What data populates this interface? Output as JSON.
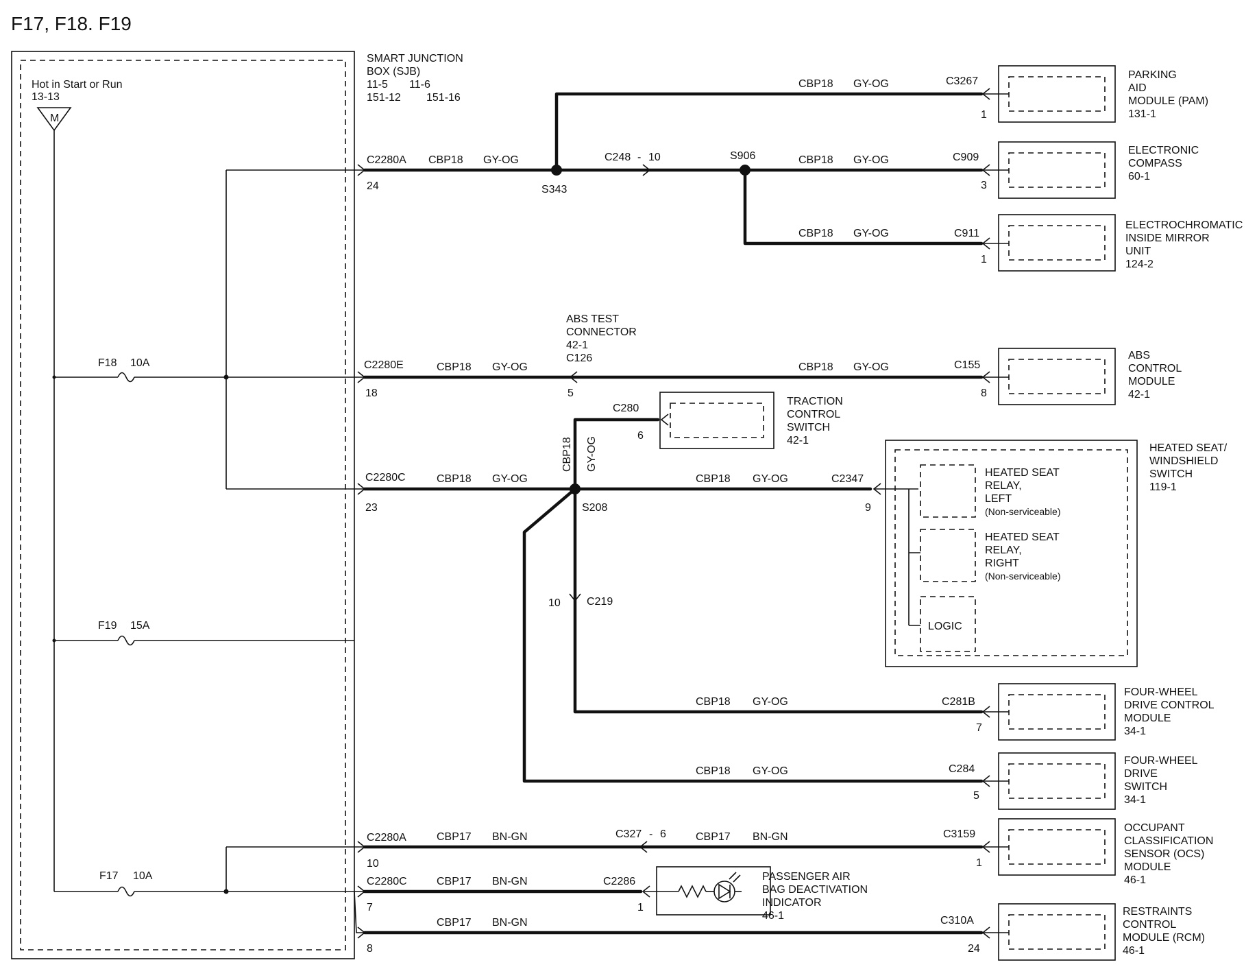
{
  "title": "F17, F18. F19",
  "sjb": {
    "name_line1": "SMART  JUNCTION",
    "name_line2": "BOX (SJB)",
    "ref_a": "11-5",
    "ref_b": "11-6",
    "ref_c": "151-12",
    "ref_d": "151-16"
  },
  "power": {
    "hot_label": "Hot in Start or Run",
    "hot_ref": "13-13",
    "bus_symbol": "M"
  },
  "fuses": [
    {
      "name": "F18",
      "rating": "10A"
    },
    {
      "name": "F19",
      "rating": "15A"
    },
    {
      "name": "F17",
      "rating": "10A"
    }
  ],
  "sjb_outputs": [
    {
      "connector": "C2280A",
      "pin": "24"
    },
    {
      "connector": "C2280E",
      "pin": "18"
    },
    {
      "connector": "C2280C",
      "pin": "23"
    },
    {
      "connector": "C2280A",
      "pin": "10"
    },
    {
      "connector": "C2280C",
      "pin": "7"
    },
    {
      "pin": "8"
    }
  ],
  "splices": [
    "S343",
    "S906",
    "S208"
  ],
  "inline_connectors": [
    {
      "name": "C248",
      "sep": "-",
      "pin": "10"
    },
    {
      "name": "C219",
      "pin": "10"
    },
    {
      "name": "C327",
      "sep": "-",
      "pin": "6"
    }
  ],
  "circuits": {
    "cbp18": "CBP18",
    "gy_og": "GY-OG",
    "cbp17": "CBP17",
    "bn_gn": "BN-GN"
  },
  "abs_test": {
    "line1": "ABS TEST",
    "line2": "CONNECTOR",
    "ref": "42-1",
    "connector": "C126",
    "pin": "5"
  },
  "traction": {
    "line1": "TRACTION",
    "line2": "CONTROL",
    "line3": "SWITCH",
    "ref": "42-1",
    "connector": "C280",
    "pin": "6"
  },
  "pad_indicator": {
    "line1": "PASSENGER AIR",
    "line2": "BAG DEACTIVATION",
    "line3": "INDICATOR",
    "ref": "46-1",
    "connector": "C2286",
    "pin": "1"
  },
  "heated_seat": {
    "title1": "HEATED SEAT/",
    "title2": "WINDSHIELD",
    "title3": "SWITCH",
    "ref": "119-1",
    "connector": "C2347",
    "pin": "9",
    "relay_left": [
      "HEATED SEAT",
      "RELAY,",
      "LEFT",
      "(Non-serviceable)"
    ],
    "relay_right": [
      "HEATED SEAT",
      "RELAY,",
      "RIGHT",
      "(Non-serviceable)"
    ],
    "logic": "LOGIC"
  },
  "modules": [
    {
      "lines": [
        "PARKING",
        "AID",
        "MODULE (PAM)"
      ],
      "ref": "131-1",
      "connector": "C3267",
      "pin": "1"
    },
    {
      "lines": [
        "ELECTRONIC",
        "COMPASS"
      ],
      "ref": "60-1",
      "connector": "C909",
      "pin": "3"
    },
    {
      "lines": [
        "ELECTROCHROMATIC",
        "INSIDE MIRROR",
        "UNIT"
      ],
      "ref": "124-2",
      "connector": "C911",
      "pin": "1"
    },
    {
      "lines": [
        "ABS",
        "CONTROL",
        "MODULE"
      ],
      "ref": "42-1",
      "connector": "C155",
      "pin": "8"
    },
    {
      "lines": [
        "FOUR-WHEEL",
        "DRIVE CONTROL",
        "MODULE"
      ],
      "ref": "34-1",
      "connector": "C281B",
      "pin": "7"
    },
    {
      "lines": [
        "FOUR-WHEEL",
        "DRIVE",
        "SWITCH"
      ],
      "ref": "34-1",
      "connector": "C284",
      "pin": "5"
    },
    {
      "lines": [
        "OCCUPANT",
        "CLASSIFICATION",
        "SENSOR (OCS)",
        "MODULE"
      ],
      "ref": "46-1",
      "connector": "C3159",
      "pin": "1"
    },
    {
      "lines": [
        "RESTRAINTS",
        "CONTROL",
        "MODULE (RCM)"
      ],
      "ref": "46-1",
      "connector": "C310A",
      "pin": "24"
    }
  ]
}
